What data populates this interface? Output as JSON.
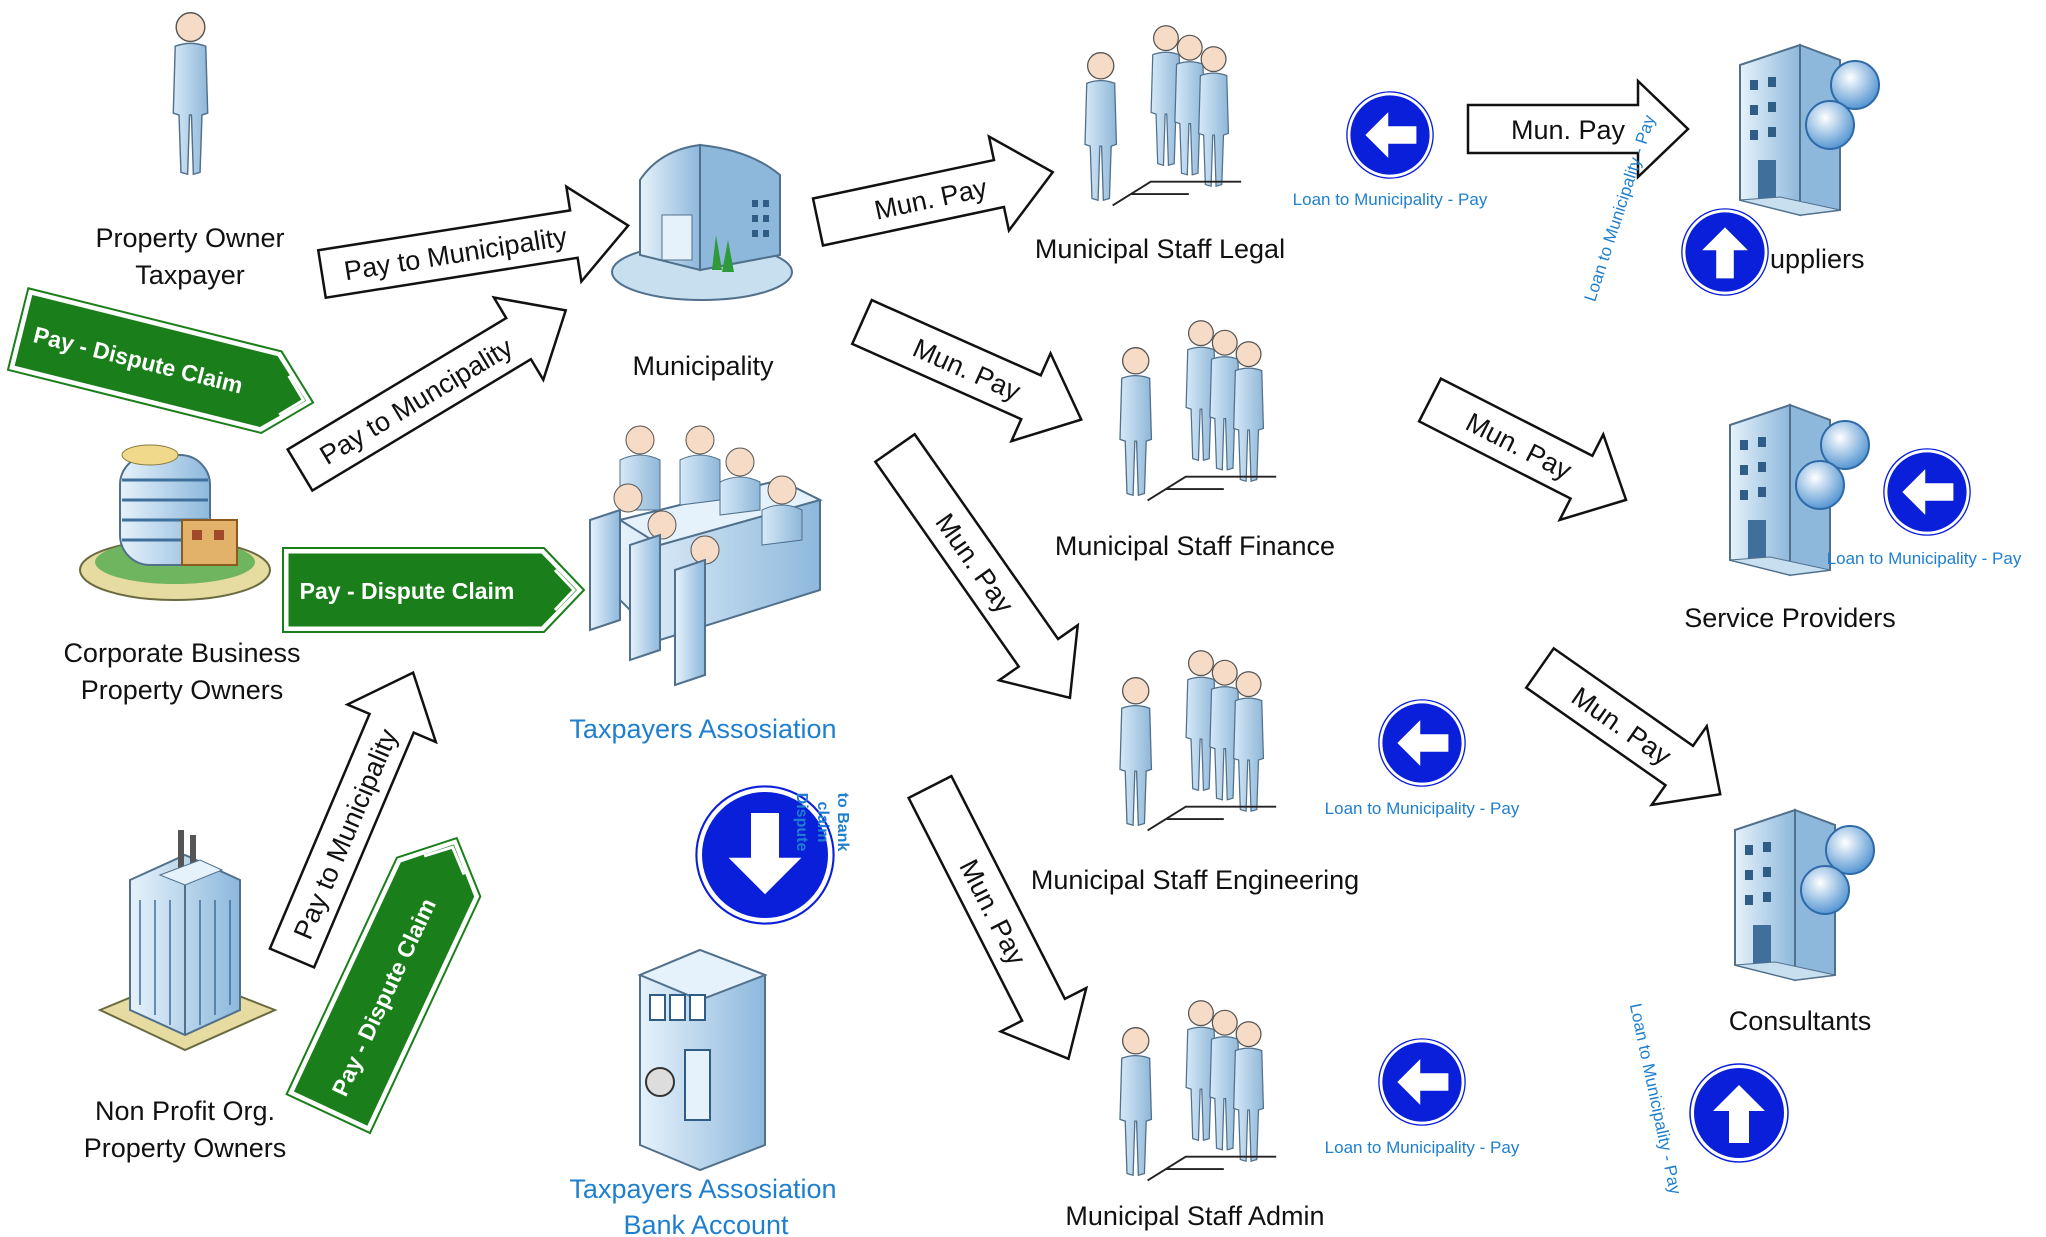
{
  "nodes": {
    "property_owner": [
      "Property Owner",
      "Taxpayer"
    ],
    "corporate": [
      "Corporate Business",
      "Property Owners"
    ],
    "nonprofit": [
      "Non Profit Org.",
      "Property Owners"
    ],
    "municipality": "Municipality",
    "taxpayers_assoc": "Taxpayers Assosiation",
    "taxpayers_bank": [
      "Taxpayers Assosiation",
      "Bank Account"
    ],
    "staff_legal": "Municipal Staff Legal",
    "staff_finance": "Municipal Staff Finance",
    "staff_engineering": "Municipal Staff Engineering",
    "staff_admin": "Municipal Staff Admin",
    "suppliers": "uppliers",
    "service_providers": "Service Providers",
    "consultants": "Consultants"
  },
  "edges": {
    "pay_to_municipality": "Pay to Municipality",
    "pay_to_muncipality": "Pay to Muncipality",
    "pay_to_municipality_nonprofit": "Pay to Municipality",
    "mun_pay": "Mun. Pay",
    "pay_dispute_claim": "Pay - Dispute Claim",
    "loan_to_municipality_pay": "Loan to Municipality - Pay",
    "dispute_claim_to_bank": [
      "Dispute",
      "claim",
      "to Bank"
    ]
  },
  "colors": {
    "figure": "#a9cbe6",
    "building": "#b9d8ef",
    "sign_blue": "#0a1fd9",
    "sign_green": "#1a7f1a",
    "label_blue": "#1f7fcf",
    "text": "#111111"
  },
  "icons": [
    "person-icon",
    "staff-group-icon",
    "municipality-building-icon",
    "office-tower-icon",
    "meeting-table-icon",
    "bank-safe-icon",
    "globe-building-icon",
    "direction-sign-icon"
  ]
}
